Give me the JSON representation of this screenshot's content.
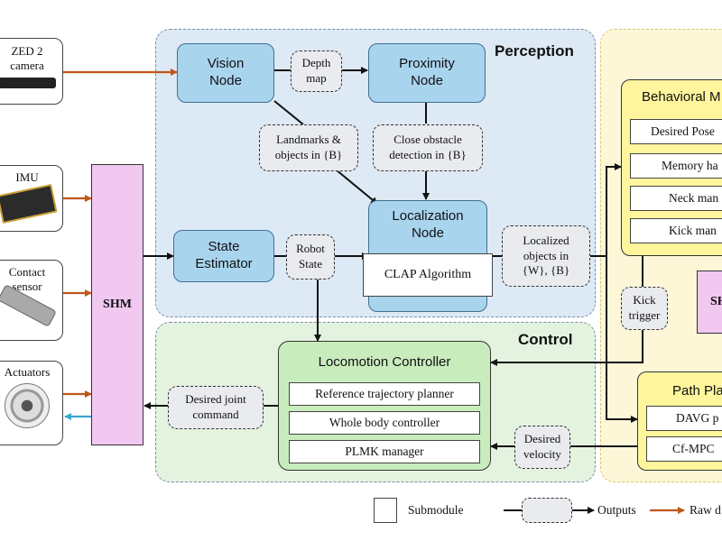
{
  "groups": {
    "perception": "Perception",
    "control": "Control"
  },
  "sensors": {
    "zed": "ZED 2 camera",
    "imu": "IMU",
    "contact": "Contact sensor",
    "actuators": "Actuators"
  },
  "shm": "SHM",
  "shm_right": "SH",
  "nodes": {
    "vision": "Vision Node",
    "proximity": "Proximity Node",
    "state_estimator": "State Estimator",
    "localization": "Localization Node",
    "clap": "CLAP Algorithm"
  },
  "outputs": {
    "depth_map": "Depth map",
    "landmarks": "Landmarks & objects in {B}",
    "close_obstacle": "Close obstacle detection in {B}",
    "robot_state": "Robot State",
    "localized": "Localized objects in {W}, {B}",
    "kick_trigger": "Kick trigger",
    "desired_joint": "Desired joint command",
    "desired_velocity": "Desired velocity"
  },
  "locomotion": {
    "title": "Locomotion Controller",
    "items": [
      "Reference trajectory planner",
      "Whole body controller",
      "PLMK manager"
    ]
  },
  "behavioral": {
    "title": "Behavioral M",
    "items": [
      "Desired Pose",
      "Memory ha",
      "Neck man",
      "Kick man"
    ]
  },
  "path_planner": {
    "title": "Path Pla",
    "items": [
      "DAVG p",
      "Cf-MPC"
    ]
  },
  "legend": {
    "submodule": "Submodule",
    "outputs": "Outputs",
    "raw": "Raw d"
  },
  "colors": {
    "raw_arrow": "#c0561a",
    "feedback_arrow": "#3aa6d0",
    "main_arrow": "#111111"
  }
}
